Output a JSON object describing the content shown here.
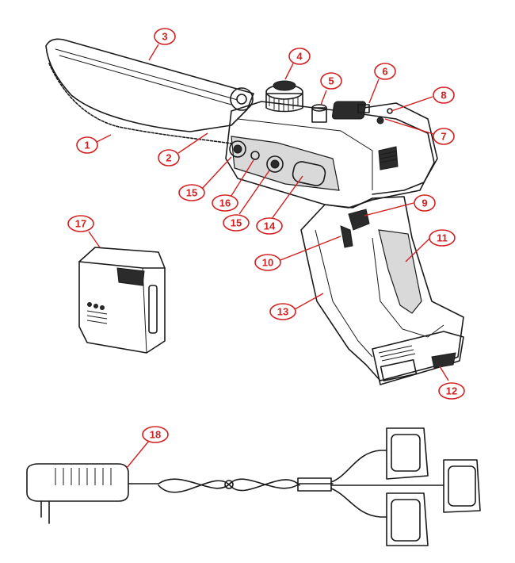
{
  "callouts": [
    {
      "label": "1"
    },
    {
      "label": "2"
    },
    {
      "label": "3"
    },
    {
      "label": "4"
    },
    {
      "label": "5"
    },
    {
      "label": "6"
    },
    {
      "label": "7"
    },
    {
      "label": "8"
    },
    {
      "label": "9"
    },
    {
      "label": "10"
    },
    {
      "label": "11"
    },
    {
      "label": "12"
    },
    {
      "label": "13"
    },
    {
      "label": "14"
    },
    {
      "label": "15"
    },
    {
      "label": "15"
    },
    {
      "label": "16"
    },
    {
      "label": "17"
    },
    {
      "label": "18"
    }
  ],
  "colors": {
    "callout": "#d42020",
    "line": "#1a1a1a"
  }
}
